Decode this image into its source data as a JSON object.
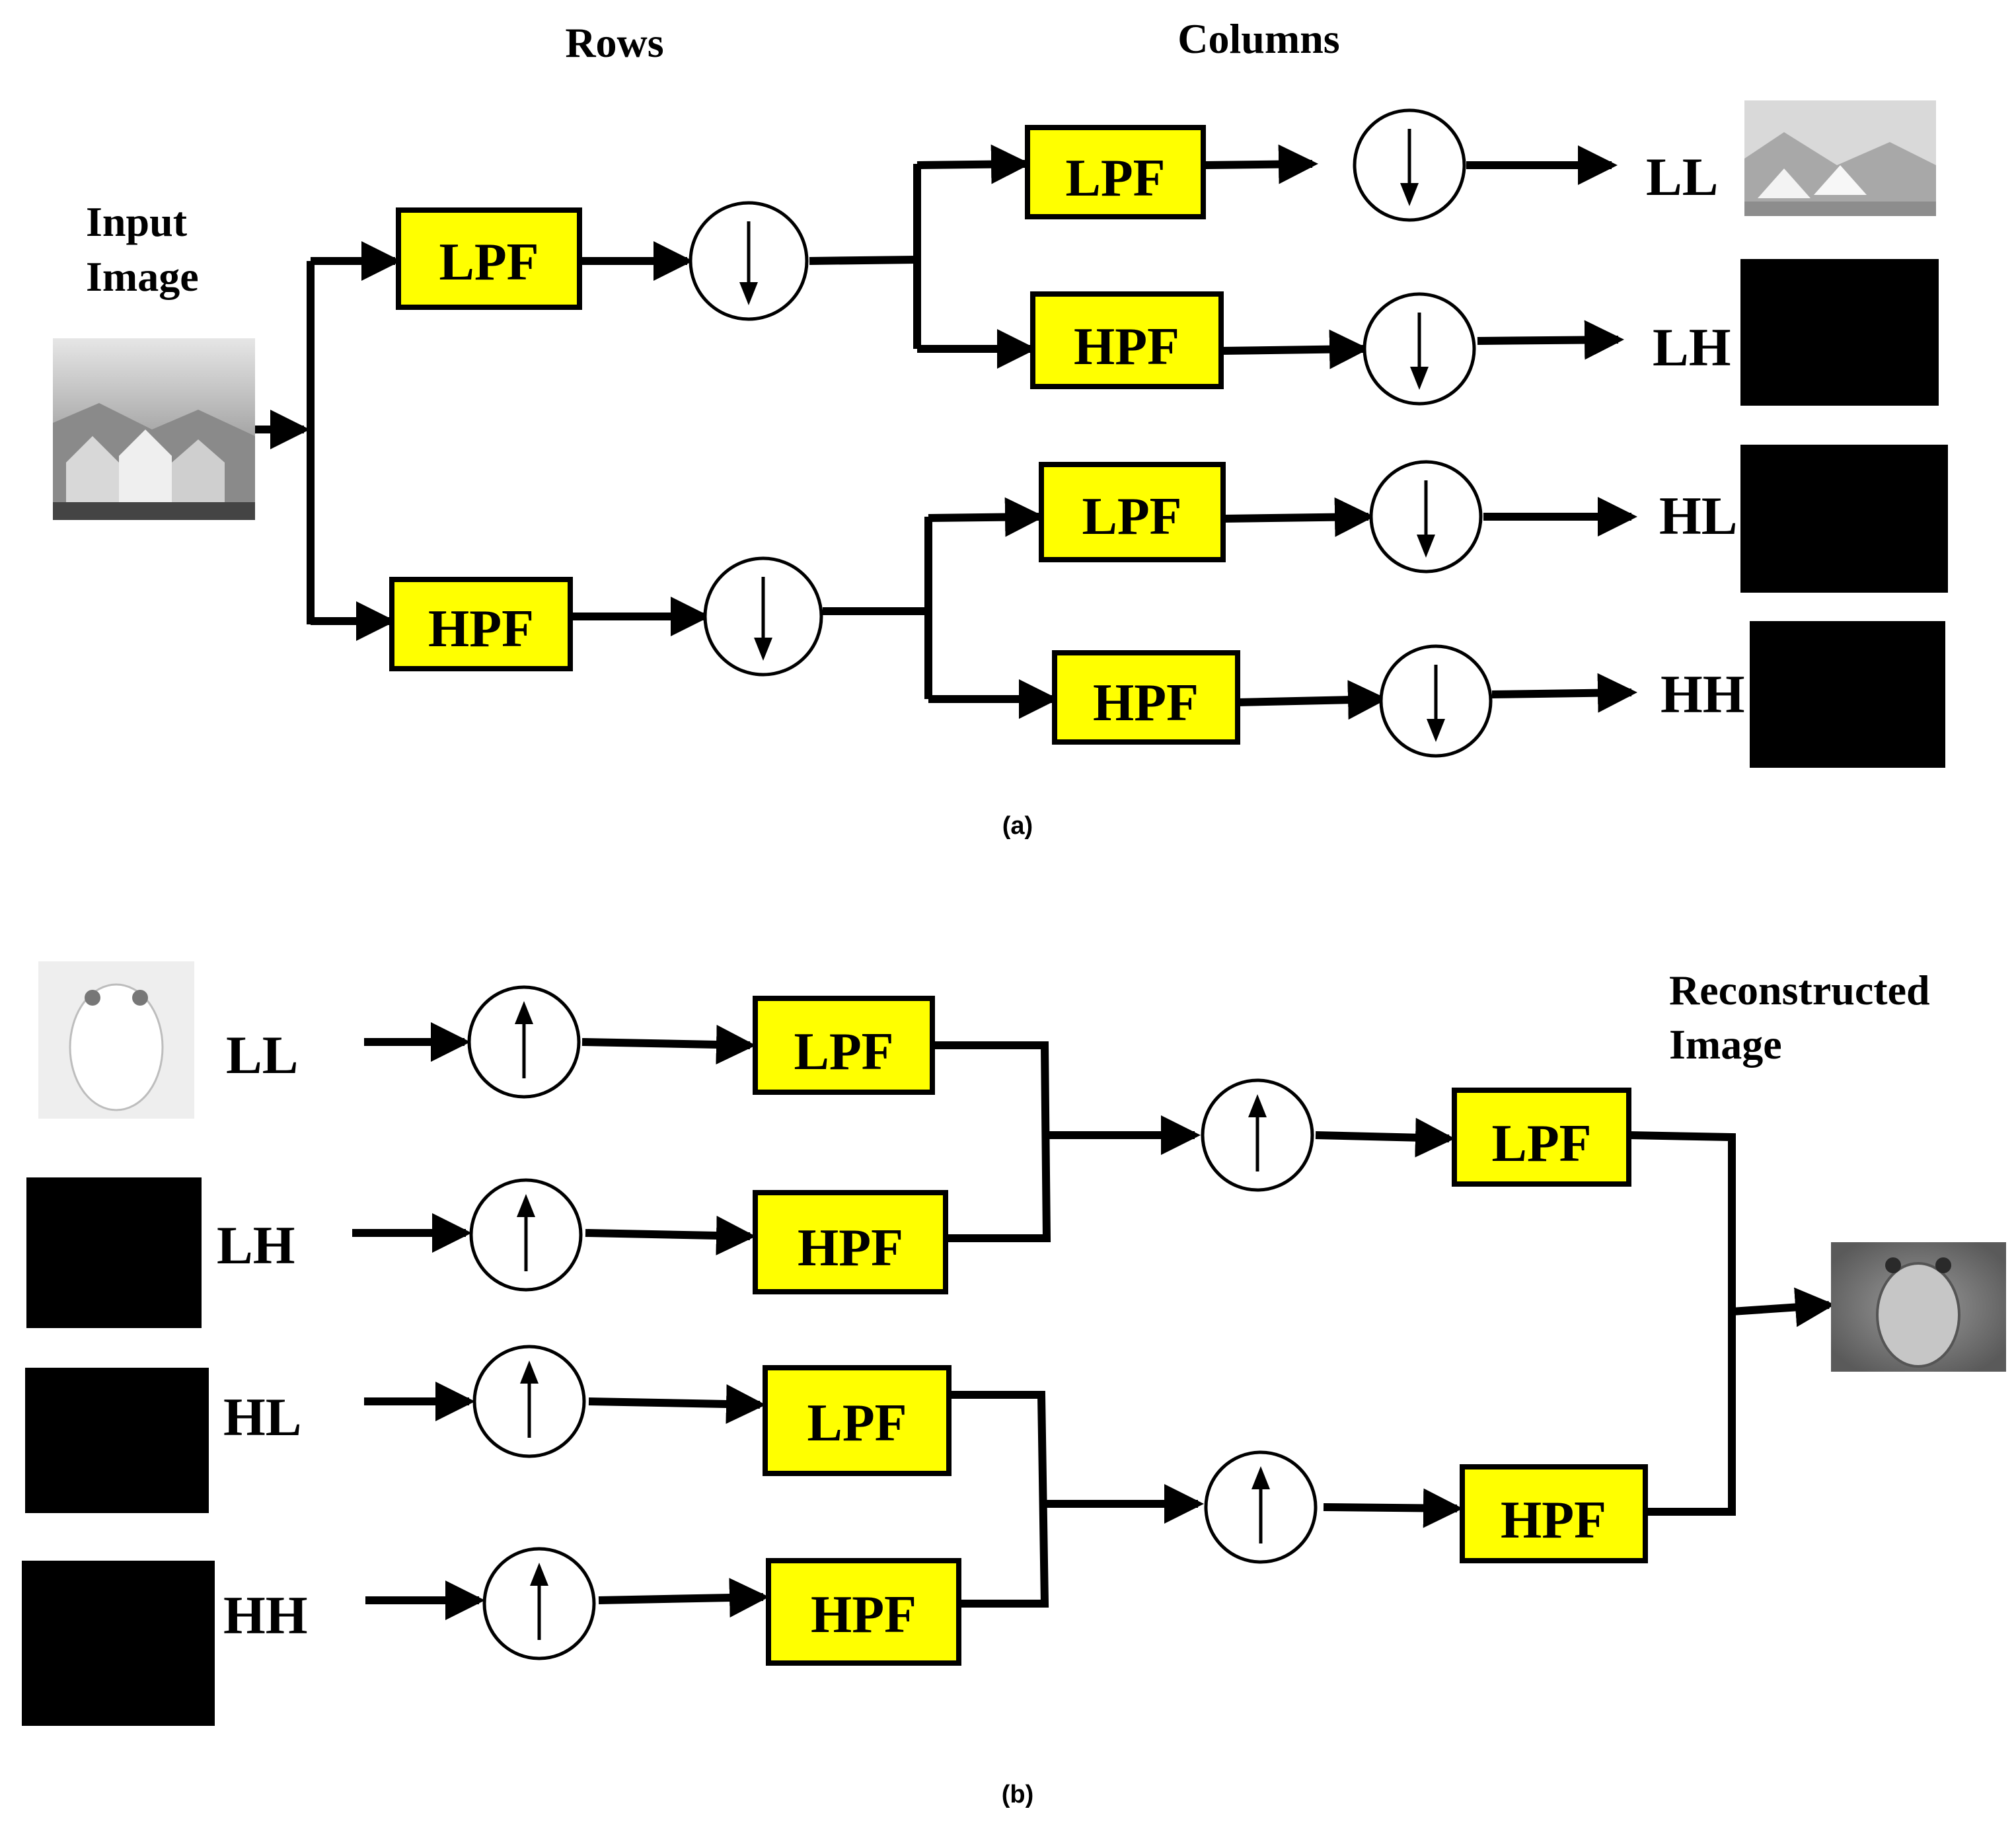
{
  "analysis": {
    "header_rows": "Rows",
    "header_columns": "Columns",
    "input_label_line1": "Input",
    "input_label_line2": "Image",
    "row_filters": [
      "LPF",
      "HPF"
    ],
    "column_filters": [
      "LPF",
      "HPF",
      "LPF",
      "HPF"
    ],
    "outputs": [
      "LL",
      "LH",
      "HL",
      "HH"
    ],
    "caption": "(a)"
  },
  "synthesis": {
    "inputs": [
      "LL",
      "LH",
      "HL",
      "HH"
    ],
    "column_filters": [
      "LPF",
      "HPF",
      "LPF",
      "HPF"
    ],
    "row_filters": [
      "LPF",
      "HPF"
    ],
    "output_label_line1": "Reconstructed",
    "output_label_line2": "Image",
    "caption": "(b)"
  },
  "colors": {
    "filter_fill": "#ffff00",
    "line": "#000000"
  },
  "icons": {
    "downsample": "down-arrow-in-circle-icon",
    "upsample": "up-arrow-in-circle-icon"
  }
}
